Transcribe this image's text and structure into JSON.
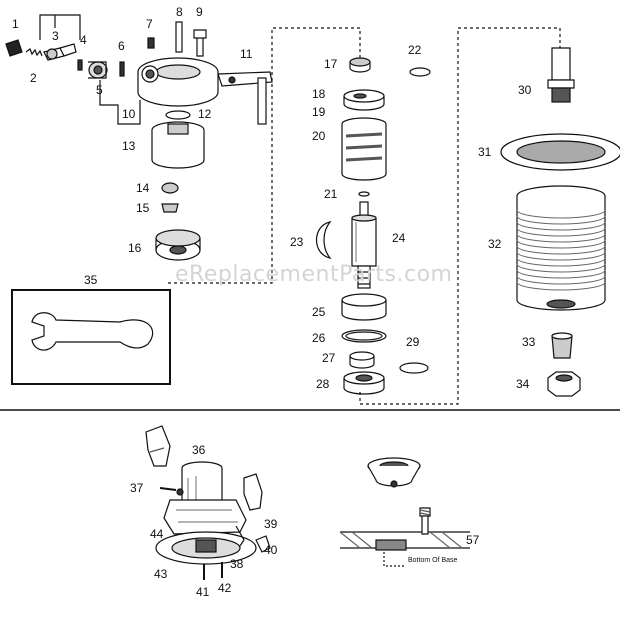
{
  "watermark": "eReplacementParts.com",
  "base_note": "Bottom Of Base",
  "callouts": {
    "c1": "1",
    "c2": "2",
    "c3": "3",
    "c4": "4",
    "c5": "5",
    "c6": "6",
    "c7": "7",
    "c8": "8",
    "c9": "9",
    "c10": "10",
    "c11": "11",
    "c12": "12",
    "c13": "13",
    "c14": "14",
    "c15": "15",
    "c16": "16",
    "c17": "17",
    "c18": "18",
    "c19": "19",
    "c20": "20",
    "c21": "21",
    "c22": "22",
    "c23": "23",
    "c24": "24",
    "c25": "25",
    "c26": "26",
    "c27": "27",
    "c28": "28",
    "c29": "29",
    "c30": "30",
    "c31": "31",
    "c32": "32",
    "c33": "33",
    "c34": "34",
    "c35": "35",
    "c36": "36",
    "c37": "37",
    "c38": "38",
    "c39": "39",
    "c40": "40",
    "c41": "41",
    "c42": "42",
    "c43": "43",
    "c44": "44",
    "c57": "57"
  }
}
